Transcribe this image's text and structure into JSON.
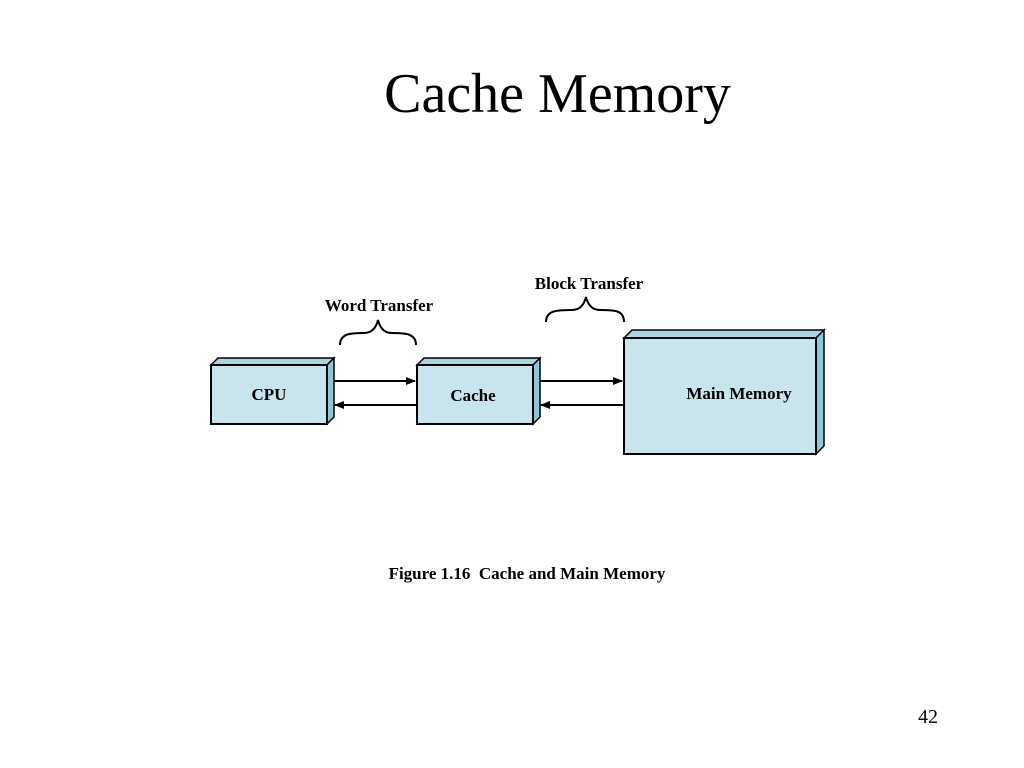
{
  "slide": {
    "title": "Cache Memory",
    "page_number": "42"
  },
  "diagram": {
    "nodes": {
      "cpu": "CPU",
      "cache": "Cache",
      "main_memory": "Main Memory"
    },
    "labels": {
      "word_transfer": "Word Transfer",
      "block_transfer": "Block Transfer"
    },
    "caption": "Figure 1.16  Cache and Main Memory",
    "colors": {
      "box_face": "#c8e4ec",
      "box_side": "#8fc6d6",
      "box_top": "#a9d4e0",
      "stroke": "#000000"
    }
  }
}
